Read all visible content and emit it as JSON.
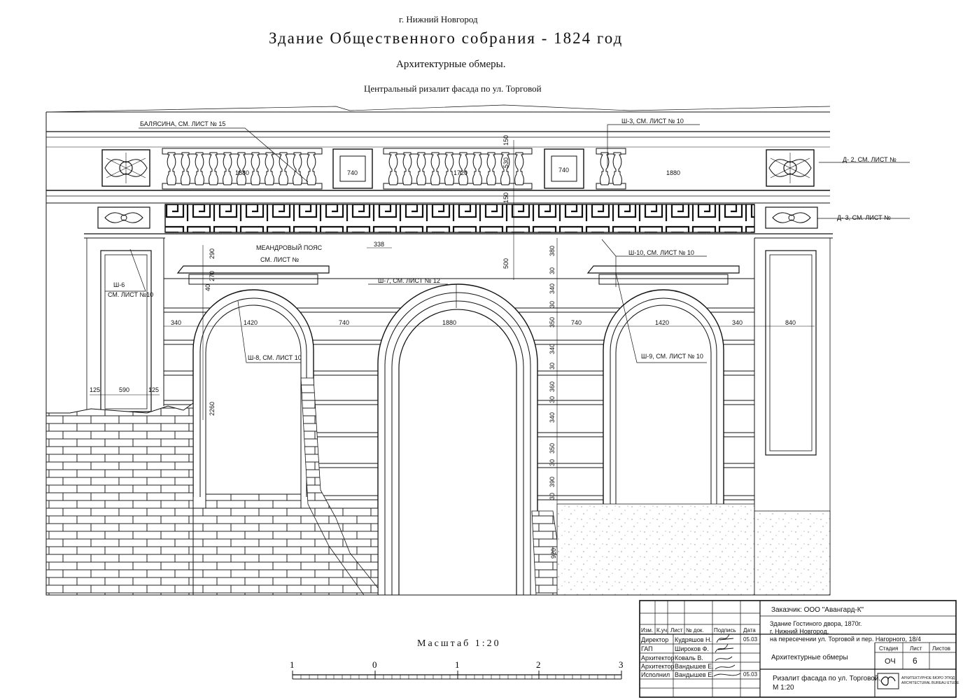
{
  "header": {
    "city": "г. Нижний Новгород",
    "title": "Здание Общественного собрания - 1824 год",
    "subtitle": "Архитектурные обмеры.",
    "caption": "Центральный ризалит фасада по ул. Торговой"
  },
  "callouts": {
    "balusters": "БАЛЯСИНА, СМ. ЛИСТ № 15",
    "sh3": "Ш-3, СМ. ЛИСТ № 10",
    "d2": "Д- 2, СМ. ЛИСТ №",
    "d3": "Д- 3, СМ. ЛИСТ №",
    "meander": "МЕАНДРОВЫЙ ПОЯС",
    "meander2": "СМ. ЛИСТ №",
    "sh10": "Ш-10, СМ. ЛИСТ № 10",
    "sh7": "Ш-7, СМ. ЛИСТ № 12",
    "sh6a": "Ш-6",
    "sh6b": "СМ. ЛИСТ №10",
    "sh8": "Ш-8, СМ. ЛИСТ 10",
    "sh9": "Ш-9, СМ. ЛИСТ № 10"
  },
  "dimensions": {
    "bal_left": "1880",
    "panel_left": "740",
    "bal_mid": "1720",
    "panel_right": "740",
    "bal_right": "1880",
    "h150a": "150",
    "h530": "530",
    "h150b": "150",
    "h500": "500",
    "w338": "338",
    "w340a": "340",
    "w1420a": "1420",
    "w740a": "740",
    "w1880": "1880",
    "w740b": "740",
    "w1420b": "1420",
    "w340b": "340",
    "w840": "840",
    "w125a": "125",
    "w590": "590",
    "w125b": "125",
    "v290": "290",
    "v270": "270",
    "v40": "40",
    "v2260": "2260",
    "r380": "380",
    "r30a": "30",
    "r340a": "340",
    "r30b": "30",
    "r350a": "350",
    "r340b": "340",
    "r30c": "30",
    "r360": "360",
    "r30d": "30",
    "r340c": "340",
    "r350b": "350",
    "r30e": "30",
    "r390": "390",
    "r30f": "30",
    "r920": "920"
  },
  "scale": {
    "label": "Масштаб 1:20",
    "ticks": [
      "1",
      "0",
      "1",
      "2",
      "3"
    ]
  },
  "title_block": {
    "client": "Заказчик: ООО \"Авангард-К\"",
    "building1": "Здание Гостиного двора, 1870г.",
    "building2": "г. Нижний Новгород,",
    "building3": "на пересечении ул. Торговой и пер. Нагорного, 18/4",
    "col_izm": "Изм.",
    "col_kuch": "К.уч.",
    "col_list": "Лист",
    "col_doc": "№ док.",
    "col_sign": "Подпись",
    "col_date": "Дата",
    "roles": [
      "Директор",
      "ГАП",
      "Архитектор",
      "Архитектор",
      "Исполнил"
    ],
    "names": [
      "Кудряшов Н.",
      "Широков Ф.",
      "Коваль В.",
      "Вандышев Е.",
      "Вандышев Е."
    ],
    "dates": [
      "05.03",
      "",
      "",
      "",
      "05.03"
    ],
    "work": "Архитектурные обмеры",
    "stage_h": "Стадия",
    "sheet_h": "Лист",
    "sheets_h": "Листов",
    "stage": "ОЧ",
    "sheet": "6",
    "sheets": "",
    "drawing1": "Ризалит фасада по ул. Торговой.",
    "drawing2": "М 1:20",
    "firm1": "АРХИТЕКТУРНОЕ БЮРО  ЭТЮД",
    "firm2": "ARCHITECTURAL BUREAU  ETUDE"
  }
}
